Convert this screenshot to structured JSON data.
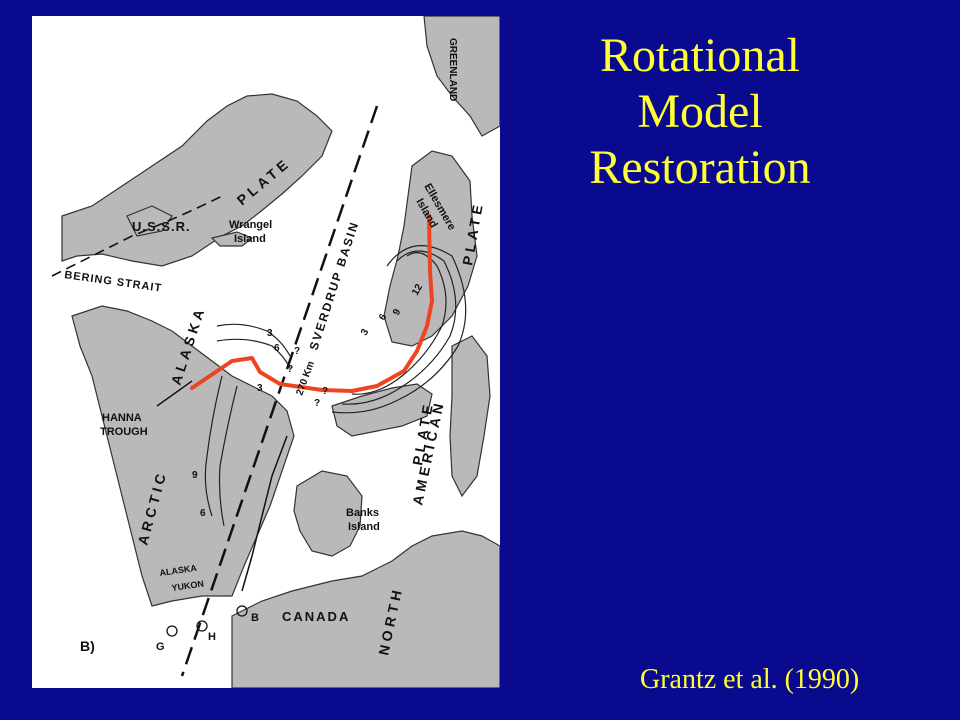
{
  "slide": {
    "title_lines": [
      "Rotational",
      "Model",
      "Restoration"
    ],
    "citation": "Grantz et al. (1990)",
    "colors": {
      "background": "#0a0a8e",
      "title": "#ffff33",
      "restoration_line": "#ee4422"
    }
  },
  "map": {
    "panel_label": "B)",
    "labels": {
      "greenland": "GREENLAND",
      "ellesmere": "Ellesmere",
      "ellesmere2": "Island",
      "plate_top": "PLATE",
      "ussr": "U.S.S.R.",
      "wrangel": "Wrangel",
      "wrangel2": "Island",
      "bering": "BERING STRAIT",
      "alaska": "ALASKA",
      "sverdrup": "SVERDRUP BASIN",
      "plate_right": "PLATE",
      "hanna": "HANNA",
      "hanna2": "TROUGH",
      "km": "270 Km",
      "american": "AMERICAN",
      "arctic": "ARCTIC",
      "banks": "Banks",
      "banks2": "Island",
      "alaska_small": "ALASKA",
      "yukon": "YUKON",
      "canada": "CANADA",
      "north": "NORTH",
      "g": "G",
      "h": "H",
      "b": "B",
      "c3a": "3",
      "c6a": "6",
      "c3b": "3",
      "c6b": "6",
      "c9a": "9",
      "c12": "12",
      "c3c": "3",
      "c9b": "9",
      "c6c": "6",
      "q1": "?",
      "q2": "?",
      "q3": "?",
      "q4": "?"
    }
  }
}
